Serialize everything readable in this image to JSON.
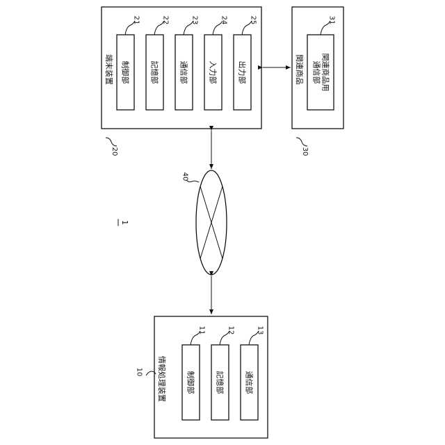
{
  "figure_number": "1",
  "terminal": {
    "ref": "20",
    "title": "端末装置",
    "units": [
      {
        "ref": "21",
        "label": "制御部"
      },
      {
        "ref": "22",
        "label": "記憶部"
      },
      {
        "ref": "23",
        "label": "通信部"
      },
      {
        "ref": "24",
        "label": "入力部"
      },
      {
        "ref": "25",
        "label": "出力部"
      }
    ]
  },
  "related": {
    "ref": "30",
    "title": "関連商品",
    "unit": {
      "ref": "31",
      "label_line1": "関連商品用",
      "label_line2": "通信部"
    }
  },
  "network": {
    "ref": "40"
  },
  "info": {
    "ref": "10",
    "title": "情報処理装置",
    "units": [
      {
        "ref": "11",
        "label": "制御部"
      },
      {
        "ref": "12",
        "label": "記憶部"
      },
      {
        "ref": "13",
        "label": "通信部"
      }
    ]
  }
}
